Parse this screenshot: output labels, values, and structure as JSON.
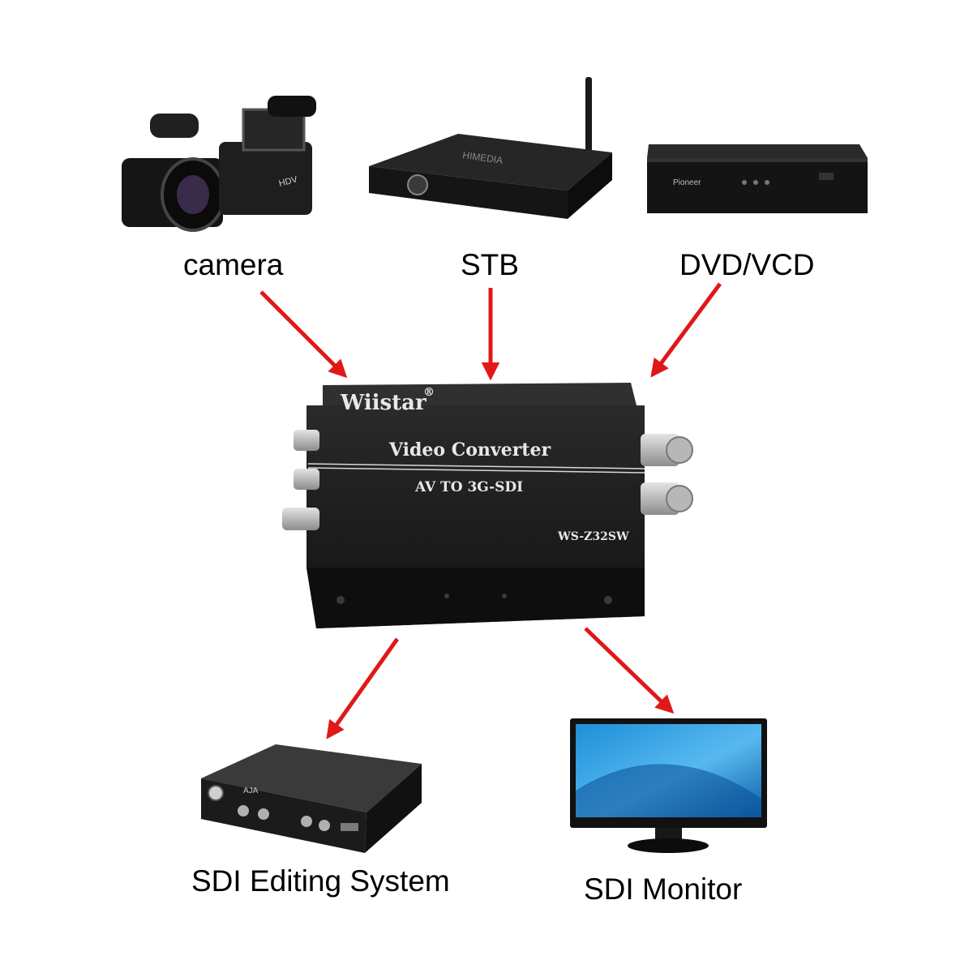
{
  "sources": {
    "camera": {
      "label": "camera",
      "icon": "video-camera-icon"
    },
    "stb": {
      "label": "STB",
      "icon": "set-top-box-icon",
      "brand": "HIMEDIA"
    },
    "dvd": {
      "label": "DVD/VCD",
      "icon": "dvd-player-icon",
      "brand": "Pioneer"
    }
  },
  "converter": {
    "brand": "Wiistar",
    "registered": "®",
    "title": "Video Converter",
    "subtitle": "AV TO 3G-SDI",
    "model": "WS-Z32SW"
  },
  "outputs": {
    "editing": {
      "label": "SDI Editing System",
      "icon": "sdi-editing-device-icon",
      "brand": "AJA"
    },
    "monitor": {
      "label": "SDI Monitor",
      "icon": "monitor-icon"
    }
  },
  "colors": {
    "arrow": "#e01818",
    "device_body": "#1c1c1c",
    "device_text": "#e8e8e8"
  }
}
